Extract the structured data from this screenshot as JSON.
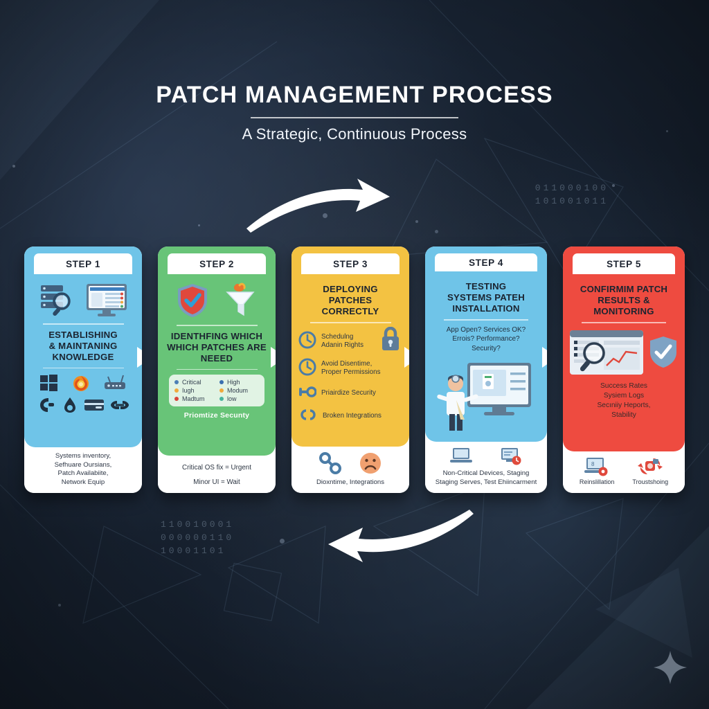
{
  "header": {
    "title": "PATCH MANAGEMENT PROCESS",
    "subtitle": "A Strategic, Continuous Process"
  },
  "background": {
    "binary_top_right": [
      "011000100",
      "101001011"
    ],
    "binary_bottom_left": [
      "110010001",
      "000000110",
      "10001101"
    ],
    "sparkle_icon": "sparkle-star-icon"
  },
  "arrows": {
    "top": "curved-arrow-right",
    "bottom": "curved-arrow-left-feedback"
  },
  "colors": {
    "step1": "#6FC4E8",
    "step2": "#68C478",
    "step3": "#F3C242",
    "step4": "#6FC4E8",
    "step5": "#EE4B40",
    "background": "#1b2636",
    "card_white": "#ffffff"
  },
  "steps": [
    {
      "label": "STEP 1",
      "color": "#6FC4E8",
      "heading": "ESTABLISHING\n& MAINTANING\nKNOWLEDGE",
      "icons": [
        "server-search-icon",
        "monitor-dashboard-icon"
      ],
      "platform_icons": [
        "windows-logo-icon",
        "firefox-logo-icon",
        "router-icon"
      ],
      "glyph_icons": [
        "plug-icon",
        "drop-icon",
        "card-icon",
        "link-icon"
      ],
      "footer": "Systems inventory,\nSefhuare Oursians,\nPatch Availabiite,\nNetwork Equip"
    },
    {
      "label": "STEP 2",
      "color": "#68C478",
      "heading": "IDENTHFING WHICH\nWHICH PATCHES ARE\nNEEED",
      "icons": [
        "shield-check-icon",
        "funnel-filter-icon"
      ],
      "legend": [
        {
          "text": "Critical",
          "color": "#4C7FB5"
        },
        {
          "text": "High",
          "color": "#3A6FAF"
        },
        {
          "text": "Iugh",
          "color": "#F0A93C"
        },
        {
          "text": "Modum",
          "color": "#F0A93C"
        },
        {
          "text": "Madtum",
          "color": "#D8453A"
        },
        {
          "text": "low",
          "color": "#47B39C"
        }
      ],
      "legend_caption": "Priomtize Secunty",
      "footer_lines": [
        "Critical OS fix = Urgent",
        "Minor UI = Wait"
      ]
    },
    {
      "label": "STEP 3",
      "color": "#F3C242",
      "heading": "DEPLOYING\nPATCHES\nCORRECTLY",
      "bullets": [
        {
          "icon": "clock-icon",
          "text": "Schedulng\nAdanin Rights"
        },
        {
          "icon": "clock-icon",
          "text": "Avoid Disentime,\nProper Permissions"
        },
        {
          "icon": "key-icon",
          "text": "Priairdize Security"
        },
        {
          "icon": "broken-chain-icon",
          "text": "Broken Integrations"
        }
      ],
      "lock_icon": "padlock-icon",
      "footer_icons": [
        "chain-link-icon",
        "sad-face-icon"
      ],
      "footer": "Dioxntime, Integrations"
    },
    {
      "label": "STEP 4",
      "color": "#6FC4E8",
      "heading": "TESTING\nSYSTEMS PATEH\nINSTALLATION",
      "questions": "App Open? Services OK?\nErrois? Performance?\nSecurity?",
      "illustration": "technician-at-monitor-icon",
      "footer_icons": [
        "laptop-icon",
        "monitor-clock-icon"
      ],
      "footer": "Non-Critical Devices, Staging\nStaging Serves, Test Ehiincarment"
    },
    {
      "label": "STEP 5",
      "color": "#EE4B40",
      "heading": "CONFIRMIM PATCH\nRESULTS &\nMONITORING",
      "icons": [
        "report-magnifier-chart-icon",
        "shield-check-icon"
      ],
      "body": "Success Rates\nSysiem Logs\nSecıniiy Heports,\nStability",
      "footer_icons": [
        {
          "icon": "laptop-reinstall-icon",
          "label": "Reinslillation"
        },
        {
          "icon": "troubleshoot-icon",
          "label": "Troustshoing"
        }
      ]
    }
  ]
}
